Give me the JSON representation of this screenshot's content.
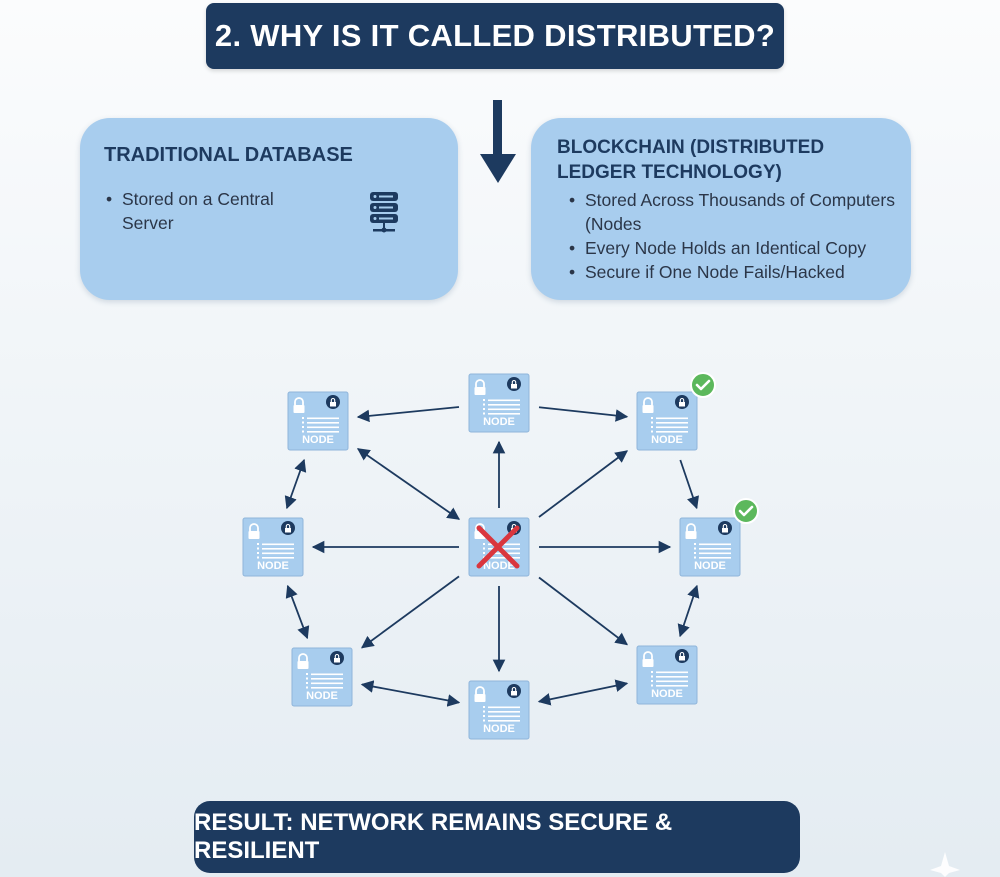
{
  "title": "2. WHY IS IT CALLED DISTRIBUTED?",
  "traditional": {
    "title": "TRADITIONAL DATABASE",
    "bullets": [
      "Stored on a Central Server"
    ],
    "icon": "database-server-icon"
  },
  "blockchain": {
    "title": "BLOCKCHAIN (DISTRIBUTED LEDGER TECHNOLOGY)",
    "bullets": [
      "Stored Across Thousands of Computers (Nodes",
      "Every Node Holds an Identical Copy",
      "Secure if One Node Fails/Hacked"
    ]
  },
  "network": {
    "node_label": "NODE",
    "nodes": [
      {
        "id": "top-left",
        "status": "normal"
      },
      {
        "id": "top",
        "status": "normal"
      },
      {
        "id": "top-right",
        "status": "verified"
      },
      {
        "id": "left",
        "status": "normal"
      },
      {
        "id": "center",
        "status": "failed"
      },
      {
        "id": "right",
        "status": "verified"
      },
      {
        "id": "bottom-left",
        "status": "normal"
      },
      {
        "id": "bottom",
        "status": "normal"
      },
      {
        "id": "bottom-right",
        "status": "normal"
      }
    ],
    "colors": {
      "node_fill": "#a8cdee",
      "arrow": "#1d3a5f",
      "failed_mark": "#d9363e",
      "verified_badge": "#5cb85c"
    }
  },
  "result": "RESULT: NETWORK REMAINS SECURE & RESILIENT"
}
